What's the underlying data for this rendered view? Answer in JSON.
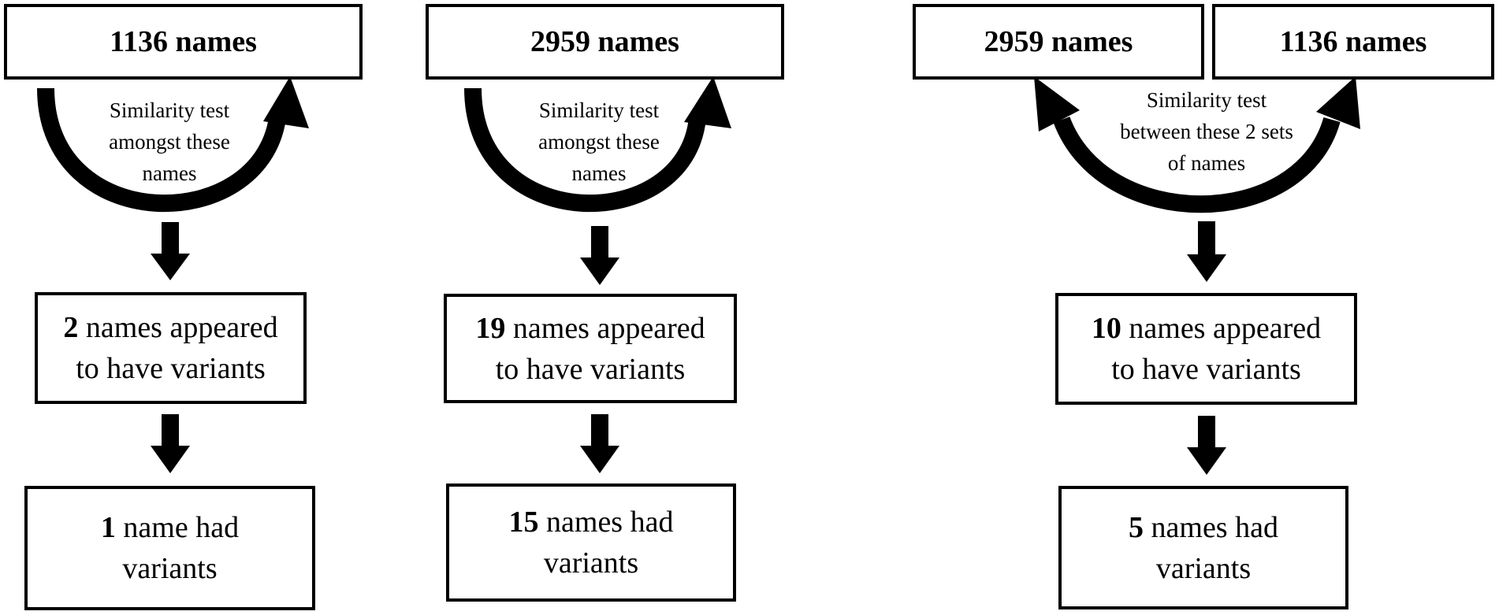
{
  "columns": [
    {
      "id": "col1",
      "sources": [
        "1136 names"
      ],
      "caption_lines": [
        "Similarity test",
        "amongst these",
        "names"
      ],
      "result1": {
        "count": "2",
        "rest_line1": " names appeared",
        "line2": "to have variants"
      },
      "result2": {
        "count": "1",
        "rest_line1": " name had",
        "line2": "variants"
      }
    },
    {
      "id": "col2",
      "sources": [
        "2959 names"
      ],
      "caption_lines": [
        "Similarity test",
        "amongst these",
        "names"
      ],
      "result1": {
        "count": "19",
        "rest_line1": " names appeared",
        "line2": "to have variants"
      },
      "result2": {
        "count": "15",
        "rest_line1": " names had",
        "line2": "variants"
      }
    },
    {
      "id": "col3",
      "sources": [
        "2959 names",
        "1136 names"
      ],
      "caption_lines": [
        "Similarity test",
        "between these 2 sets",
        "of names"
      ],
      "result1": {
        "count": "10",
        "rest_line1": " names appeared",
        "line2": "to have variants"
      },
      "result2": {
        "count": "5",
        "rest_line1": " names had",
        "line2": "variants"
      }
    }
  ],
  "colors": {
    "stroke": "#000000",
    "background": "#ffffff"
  }
}
